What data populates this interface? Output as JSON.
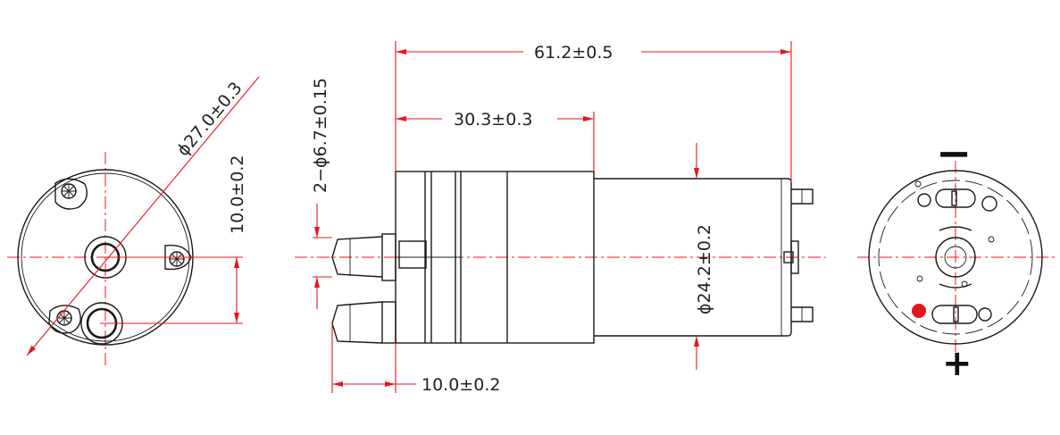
{
  "colors": {
    "dimension": "#e8141c",
    "outline": "#1a1a1a",
    "terminal_marker": "#e8141c"
  },
  "dimensions": {
    "diameter_front": "ϕ27.0±0.3",
    "offset_vertical": "10.0±0.2",
    "port_diameter": "2−ϕ6.7±0.15",
    "total_length": "61.2±0.5",
    "head_length": "30.3±0.3",
    "motor_diameter": "ϕ24.2±0.2",
    "nozzle_length": "10.0±0.2"
  },
  "terminals": {
    "negative": "−",
    "positive": "+"
  }
}
